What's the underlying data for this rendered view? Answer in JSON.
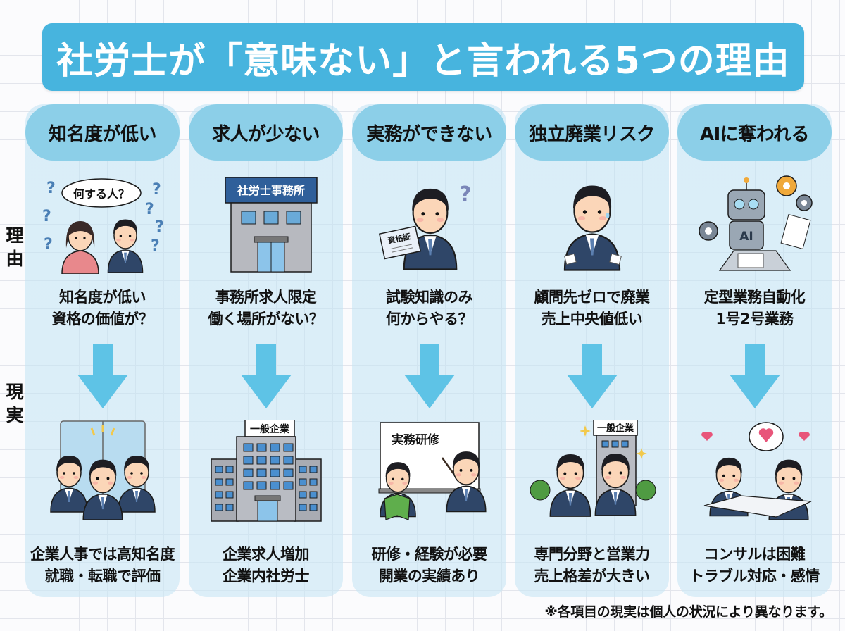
{
  "title": "社労士が「意味ない」と言われる5つの理由",
  "row_labels": {
    "reason": "理由",
    "reality": "現実"
  },
  "colors": {
    "title_bg": "#47b4de",
    "header_bg": "#8ccfe8",
    "column_bg": "#d4ecf7",
    "arrow": "#5ec3e6",
    "suit": "#2f4668",
    "text": "#111111"
  },
  "columns": [
    {
      "header": "知名度が低い",
      "reason_illustration": "confused-people-icon",
      "reason_bubble": "何する人？",
      "reason_lines": [
        "知名度が低い",
        "資格の価値が？"
      ],
      "reality_illustration": "praised-employee-icon",
      "reality_lines": [
        "企業人事では高知名度",
        "就職・転職で評価"
      ]
    },
    {
      "header": "求人が少ない",
      "reason_illustration": "small-office-icon",
      "reason_sign": "社労士事務所",
      "reason_lines": [
        "事務所求人限定",
        "働く場所がない？"
      ],
      "reality_illustration": "corporate-building-icon",
      "reality_sign": "一般企業",
      "reality_lines": [
        "企業求人増加",
        "企業内社労士"
      ]
    },
    {
      "header": "実務ができない",
      "reason_illustration": "worried-man-certificate-icon",
      "reason_sign": "資格証",
      "reason_lines": [
        "試験知識のみ",
        "何からやる？"
      ],
      "reality_illustration": "training-session-icon",
      "reality_sign": "実務研修",
      "reality_lines": [
        "研修・経験が必要",
        "開業の実績あり"
      ]
    },
    {
      "header": "独立廃業リスク",
      "reason_illustration": "empty-pockets-man-icon",
      "reason_lines": [
        "顧問先ゼロで廃業",
        "売上中央値低い"
      ],
      "reality_illustration": "handshake-icon",
      "reality_sign": "一般企業",
      "reality_lines": [
        "専門分野と営業力",
        "売上格差が大きい"
      ]
    },
    {
      "header": "AIに奪われる",
      "reason_illustration": "ai-robot-icon",
      "reason_sign": "AI",
      "reason_lines": [
        "定型業務自動化",
        "1号2号業務"
      ],
      "reality_illustration": "consultation-icon",
      "reality_lines": [
        "コンサルは困難",
        "トラブル対応・感情"
      ]
    }
  ],
  "footnote": "※各項目の現実は個人の状況により異なります。"
}
